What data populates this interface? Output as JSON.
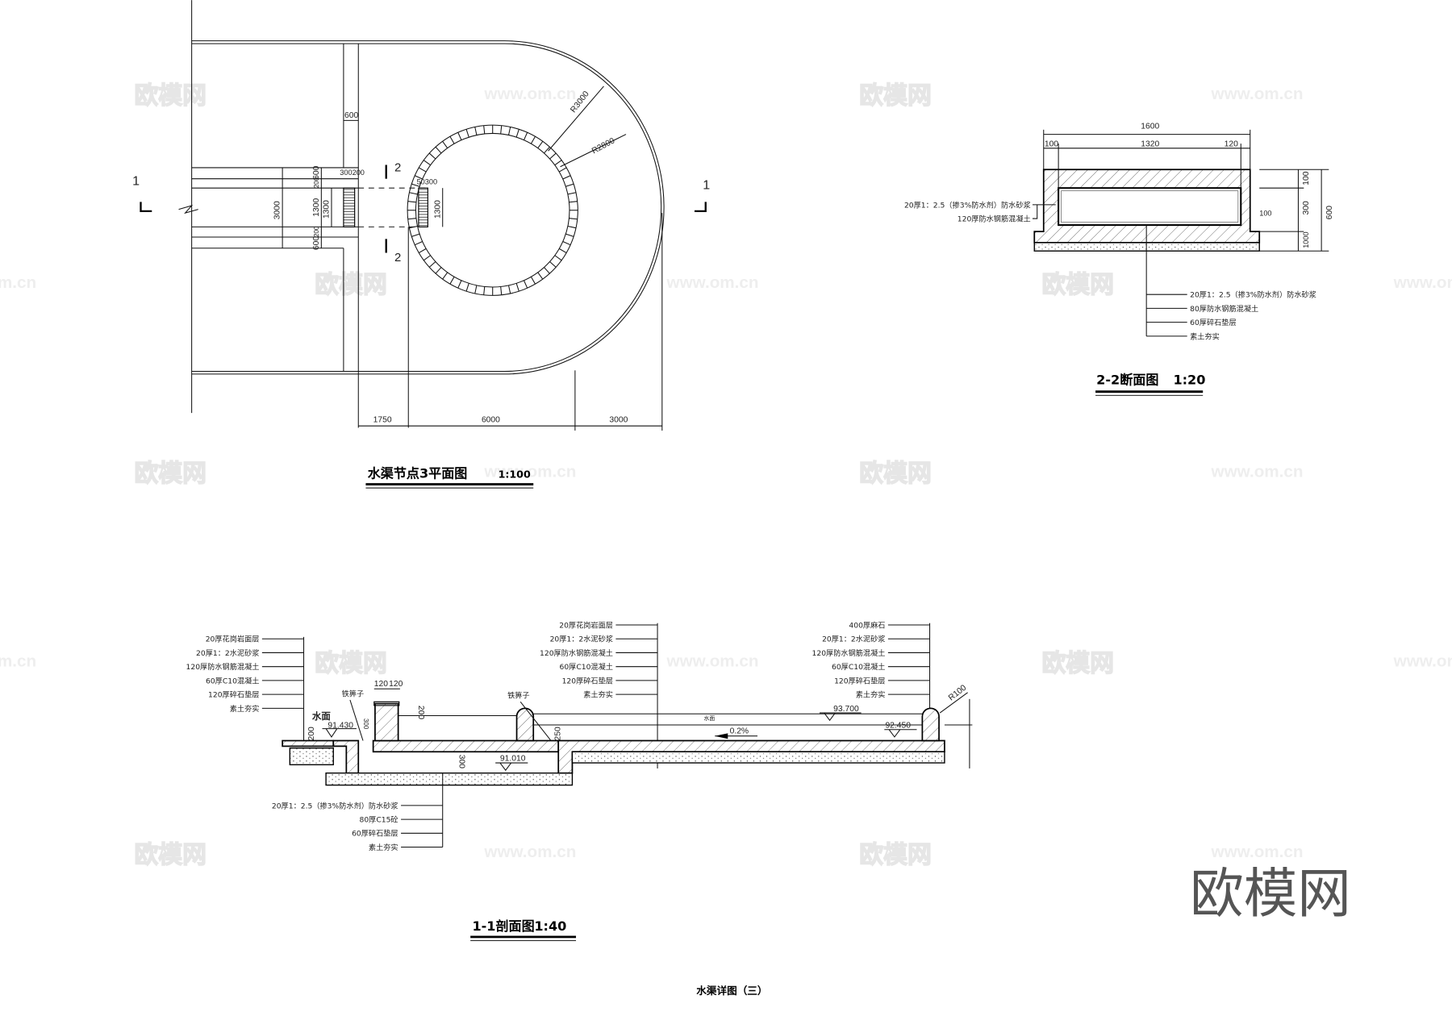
{
  "sheet_title": "水渠详图（三）",
  "watermarks": {
    "logo": "欧模网",
    "site": "www.om.cn"
  },
  "plan": {
    "title": "水渠节点3平面图",
    "scale": "1:100",
    "section_marks": {
      "s1": "1",
      "s2": "2"
    },
    "radius_labels": {
      "outer": "R3000",
      "inner": "R2800"
    },
    "dims_bottom": [
      "1750",
      "6000",
      "3000"
    ],
    "dims_left": {
      "total": "3000",
      "a": "600",
      "b": "200",
      "c": "1300",
      "d": "200",
      "e": "600",
      "grate": "1300"
    },
    "dims_top": {
      "d600": "600",
      "d300_200": "300200"
    },
    "dims_right_grate": {
      "d50_300": "50300",
      "d1300": "1300"
    }
  },
  "section22": {
    "title": "2-2断面图",
    "scale": "1:20",
    "dims_top": {
      "total": "1600",
      "left": "100",
      "mid": "1320",
      "right": "120"
    },
    "dims_right": {
      "d100": "100",
      "d300": "300",
      "d600": "600",
      "d100b": "100",
      "d100c": "100",
      "d1000": "1000"
    },
    "notes_left": [
      "20厚1：2.5（掺3%防水剂）防水砂浆",
      "120厚防水钢筋混凝土"
    ],
    "notes_bottom": [
      "20厚1：2.5（掺3%防水剂）防水砂浆",
      "80厚防水钢筋混凝土",
      "60厚碎石垫层",
      "素土夯实"
    ]
  },
  "section11": {
    "title": "1-1剖面图",
    "scale": "1:40",
    "notes_left": [
      "20厚花岗岩面层",
      "20厚1：2水泥砂浆",
      "120厚防水钢筋混凝土",
      "60厚C10混凝土",
      "120厚碎石垫层",
      "素土夯实"
    ],
    "notes_mid": [
      "20厚花岗岩面层",
      "20厚1：2水泥砂浆",
      "120厚防水钢筋混凝土",
      "60厚C10混凝土",
      "120厚碎石垫层",
      "素土夯实"
    ],
    "notes_right": [
      "400厚麻石",
      "20厚1：2水泥砂浆",
      "120厚防水钢筋混凝土",
      "60厚C10混凝土",
      "120厚碎石垫层",
      "素土夯实"
    ],
    "notes_bottom": [
      "20厚1：2.5（掺3%防水剂）防水砂浆",
      "80厚C15砼",
      "60厚碎石垫层",
      "素土夯实"
    ],
    "grate_label": "铁箅子",
    "water_label": "水面",
    "elevations": {
      "water_left": "91.430",
      "pool_bottom": "91.010",
      "top_right": "93.700",
      "water_right": "92.450"
    },
    "slope": "0.2%",
    "dims": {
      "w120a": "120",
      "w120b": "120",
      "h200": "200",
      "h300": "300",
      "h250": "250",
      "h200l": "200",
      "h300b": "300",
      "r100": "R100"
    }
  }
}
